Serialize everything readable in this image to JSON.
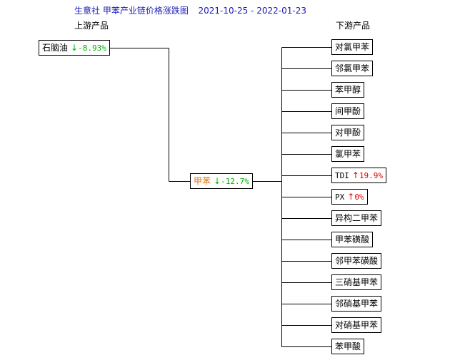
{
  "title": {
    "main": "生意社 甲苯产业链价格涨跌图",
    "date_from": "2021-10-25",
    "date_sep": "-",
    "date_to": "2022-01-23"
  },
  "headers": {
    "upstream": "上游产品",
    "downstream": "下游产品"
  },
  "colors": {
    "title": "#1a1ab8",
    "up": "#e00000",
    "down": "#00b000",
    "hub_name": "#e07000"
  },
  "upstream": [
    {
      "name": "石脑油",
      "arrow": "↓",
      "change": "-8.93%",
      "direction": "down"
    }
  ],
  "hub": {
    "name": "甲苯",
    "arrow": "↓",
    "change": "-12.7%",
    "direction": "down"
  },
  "downstream": [
    {
      "name": "对氯甲苯"
    },
    {
      "name": "邻氯甲苯"
    },
    {
      "name": "苯甲醇"
    },
    {
      "name": "间甲酚"
    },
    {
      "name": "对甲酚"
    },
    {
      "name": "氯甲苯"
    },
    {
      "name": "TDI",
      "arrow": "↑",
      "change": "19.9%",
      "direction": "up"
    },
    {
      "name": "PX",
      "arrow": "↑",
      "change": "0%",
      "direction": "up"
    },
    {
      "name": "异构二甲苯"
    },
    {
      "name": "甲苯磺酸"
    },
    {
      "name": "邻甲苯磺酸"
    },
    {
      "name": "三硝基甲苯"
    },
    {
      "name": "邻硝基甲苯"
    },
    {
      "name": "对硝基甲苯"
    },
    {
      "name": "苯甲酸"
    }
  ]
}
